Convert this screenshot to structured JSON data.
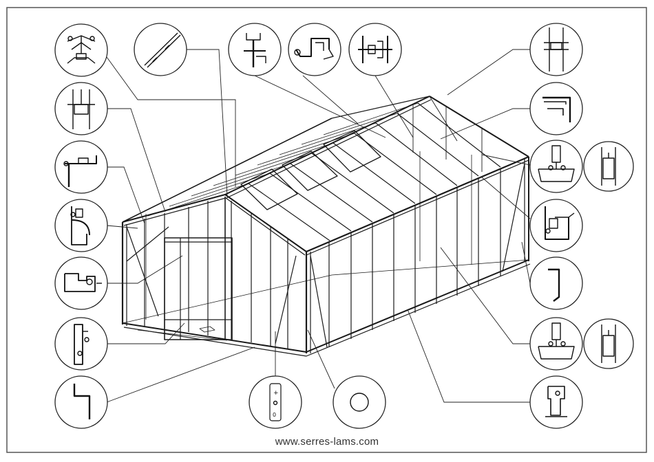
{
  "footer": {
    "website": "www.serres-lams.com"
  },
  "colors": {
    "line": "#1a1a1a",
    "frame": "#444444",
    "callout": "#222222"
  },
  "callouts": [
    {
      "id": "ridge-cap-profile",
      "icon": "ridge-cap-icon"
    },
    {
      "id": "roof-glazing-bar-profile",
      "icon": "glazing-bar-icon"
    },
    {
      "id": "eave-connector-profile",
      "icon": "eave-connector-icon"
    },
    {
      "id": "gutter-profile",
      "icon": "gutter-icon"
    },
    {
      "id": "roof-vent-hinge-profile",
      "icon": "vent-hinge-icon"
    },
    {
      "id": "gable-top-profile",
      "icon": "gable-top-icon"
    },
    {
      "id": "corner-cap-profile",
      "icon": "corner-cap-icon"
    },
    {
      "id": "vertical-stud-profile",
      "icon": "vertical-stud-icon"
    },
    {
      "id": "end-stud-profile",
      "icon": "end-stud-icon"
    },
    {
      "id": "eave-beam-profile",
      "icon": "eave-beam-icon"
    },
    {
      "id": "base-rail-profile",
      "icon": "base-rail-icon"
    },
    {
      "id": "door-top-profile",
      "icon": "door-top-icon"
    },
    {
      "id": "door-frame-profile",
      "icon": "door-frame-icon"
    },
    {
      "id": "sliding-door-profile",
      "icon": "sliding-door-icon"
    },
    {
      "id": "door-runner-profile",
      "icon": "door-runner-icon"
    },
    {
      "id": "glass-clip-profile",
      "icon": "glass-clip-icon"
    },
    {
      "id": "glass-clip-detail",
      "icon": "glass-clip-detail-icon"
    },
    {
      "id": "corner-flashing-profile",
      "icon": "corner-flashing-icon"
    },
    {
      "id": "side-stud-profile",
      "icon": "side-stud-icon"
    },
    {
      "id": "side-stud-detail",
      "icon": "side-stud-detail-icon"
    },
    {
      "id": "base-profile",
      "icon": "base-profile-icon"
    },
    {
      "id": "threshold-profile",
      "icon": "threshold-icon"
    },
    {
      "id": "spring-clip-profile",
      "icon": "spring-clip-icon"
    },
    {
      "id": "ring-washer-profile",
      "icon": "ring-washer-icon"
    }
  ]
}
